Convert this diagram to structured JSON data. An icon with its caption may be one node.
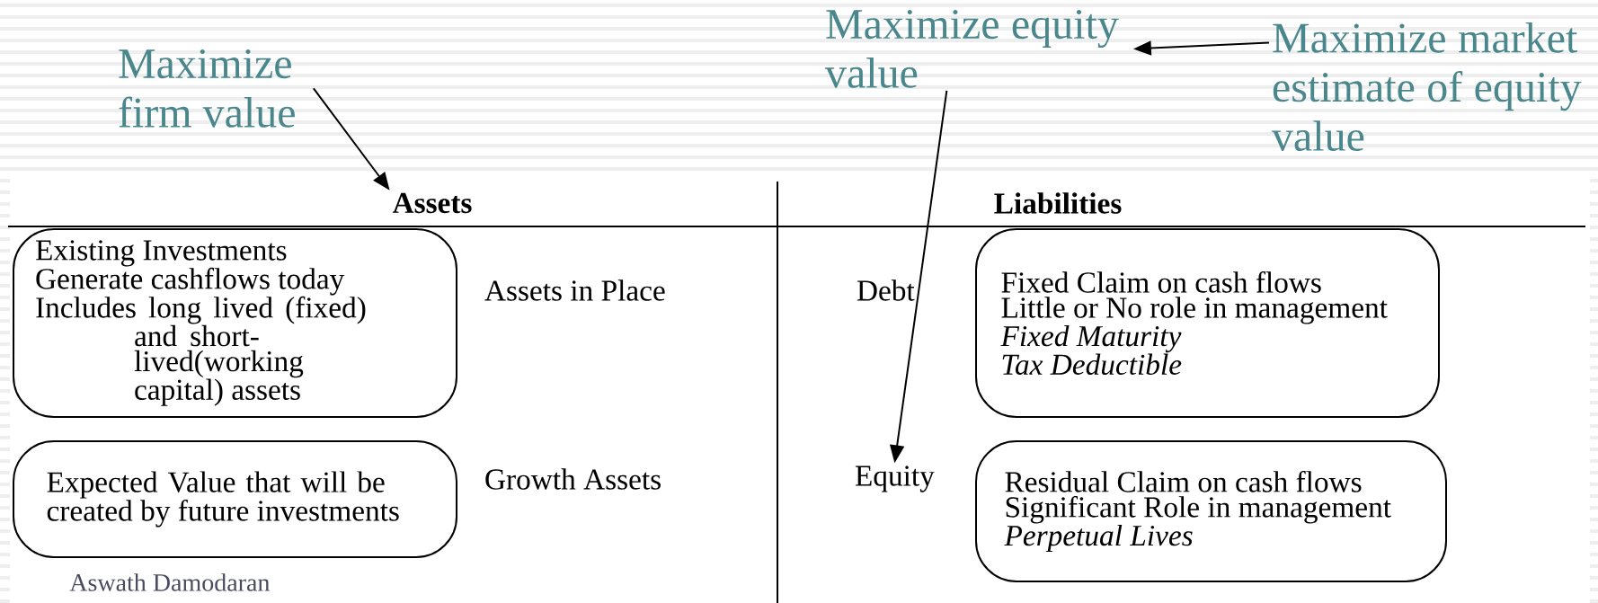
{
  "diagram": {
    "nodes": [
      {
        "text": [
          "Maximize firm value"
        ]
      },
      {
        "text": [
          "Maximize equity value"
        ]
      },
      {
        "text": [
          "Maximize market estimate of equity value"
        ]
      },
      {
        "text": [
          "Assets"
        ]
      },
      {
        "text": [
          "Liabilities"
        ]
      },
      {
        "text": [
          "Existing Investments",
          "Generate cashflows today",
          "Includes long lived (fixed) and short-lived(working capital) assets"
        ],
        "beside": [
          "Assets in Place"
        ]
      },
      {
        "text": [
          "Expected Value that will be created by future investments"
        ],
        "beside": [
          "Growth Assets"
        ]
      },
      {
        "text": [
          "Debt"
        ]
      },
      {
        "text": [
          "Fixed Claim on cash flows",
          "Little or No role in management",
          "Fixed Maturity",
          "Tax Deductible"
        ]
      },
      {
        "text": [
          "Equity"
        ]
      },
      {
        "text": [
          "Residual Claim on cash flows",
          "Significant Role in management",
          "Perpetual Lives"
        ]
      }
    ],
    "edges": [
      {
        "from": 0,
        "to": 3,
        "arrow": "to"
      },
      {
        "from": 2,
        "to": 1,
        "arrow": "to"
      },
      {
        "from": 1,
        "to": 9,
        "arrow": "to"
      }
    ],
    "labels": [
      "Aswath Damodaran"
    ]
  }
}
